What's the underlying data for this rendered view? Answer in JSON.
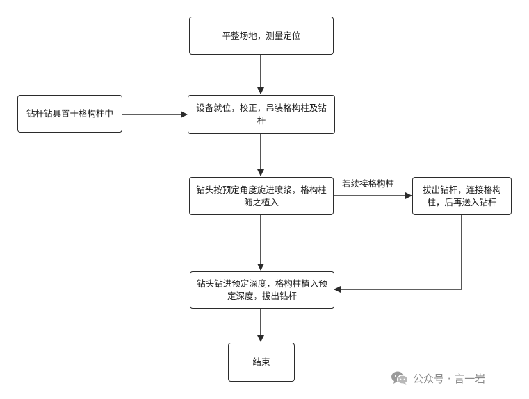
{
  "flowchart": {
    "nodes": {
      "n1": "平整场地，测量定位",
      "n2": "设备就位，校正，吊装格构柱及钻杆",
      "n3": "钻杆钻具置于格构柱中",
      "n4": "钻头按预定角度旋进喷浆，格构柱随之植入",
      "n5": "拔出钻杆，连接格构柱，后再送入钻杆",
      "n6": "钻头钻进预定深度，格构柱植入预定深度，拔出钻杆",
      "n7": "结束"
    },
    "edge_labels": {
      "continue": "若续接格构柱"
    }
  },
  "watermark": {
    "icon": "wechat-icon",
    "text": "公众号 · 言一岩"
  }
}
